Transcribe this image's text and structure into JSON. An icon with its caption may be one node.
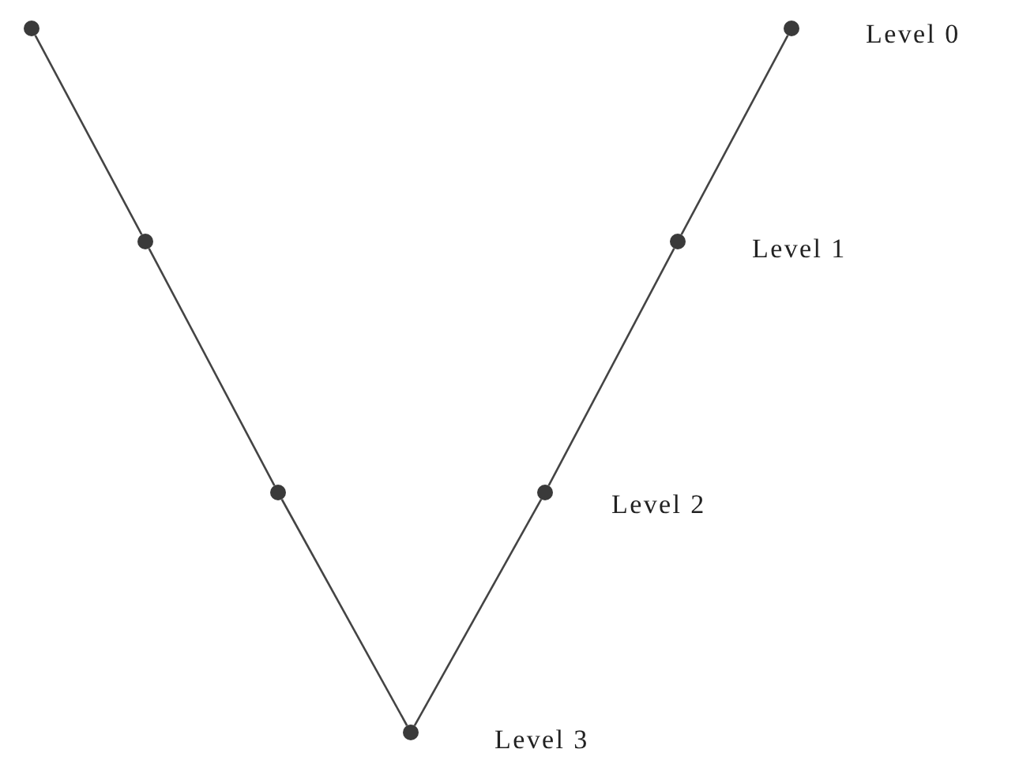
{
  "diagram": {
    "nodes": [
      {
        "text": [],
        "shape": "circle"
      },
      {
        "text": [],
        "shape": "circle",
        "beside": [
          "Level 0"
        ]
      },
      {
        "text": [],
        "shape": "circle"
      },
      {
        "text": [],
        "shape": "circle",
        "beside": [
          "Level 1"
        ]
      },
      {
        "text": [],
        "shape": "circle"
      },
      {
        "text": [],
        "shape": "circle",
        "beside": [
          "Level 2"
        ]
      },
      {
        "text": [],
        "shape": "circle",
        "beside": [
          "Level 3"
        ]
      }
    ],
    "edges": [
      {
        "from": 0,
        "to": 2,
        "arrow": "none"
      },
      {
        "from": 2,
        "to": 4,
        "arrow": "none"
      },
      {
        "from": 4,
        "to": 6,
        "arrow": "none"
      },
      {
        "from": 6,
        "to": 5,
        "arrow": "none"
      },
      {
        "from": 5,
        "to": 3,
        "arrow": "none"
      },
      {
        "from": 3,
        "to": 1,
        "arrow": "none"
      }
    ]
  }
}
